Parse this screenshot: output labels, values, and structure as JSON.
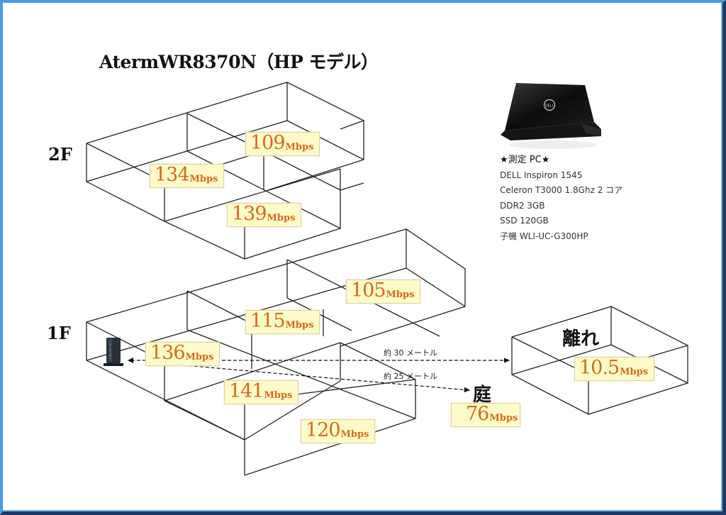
{
  "title": "AtermWR8370N（HP モデル）",
  "floors": {
    "second": "2F",
    "first": "1F"
  },
  "speeds": {
    "unit": "Mbps",
    "f2_back_right": "109",
    "f2_front_left": "134",
    "f2_front_right": "139",
    "f1_back_right": "105",
    "f1_middle": "115",
    "f1_router_room": "136",
    "f1_front_middle": "141",
    "f1_front_right": "120",
    "garden": "76",
    "annex": "10.5"
  },
  "places": {
    "garden": "庭",
    "annex": "離れ"
  },
  "distances": {
    "annex": "約 30 メートル",
    "garden": "約 25 メートル"
  },
  "test_pc": {
    "heading": "★測定 PC★",
    "model": "DELL Inspiron 1545",
    "cpu": "Celeron T3000 1.8Ghz 2 コア",
    "memory": "DDR2 3GB",
    "storage": "SSD 120GB",
    "client": "子機  WLI-UC-G300HP"
  },
  "icons": {
    "laptop": "laptop-icon",
    "router": "router-icon"
  },
  "colors": {
    "speed_text": "#d8681c",
    "speed_bg": "#fffbc8",
    "frame_light": "#4a9ae6",
    "frame_dark": "#1e3a68"
  }
}
